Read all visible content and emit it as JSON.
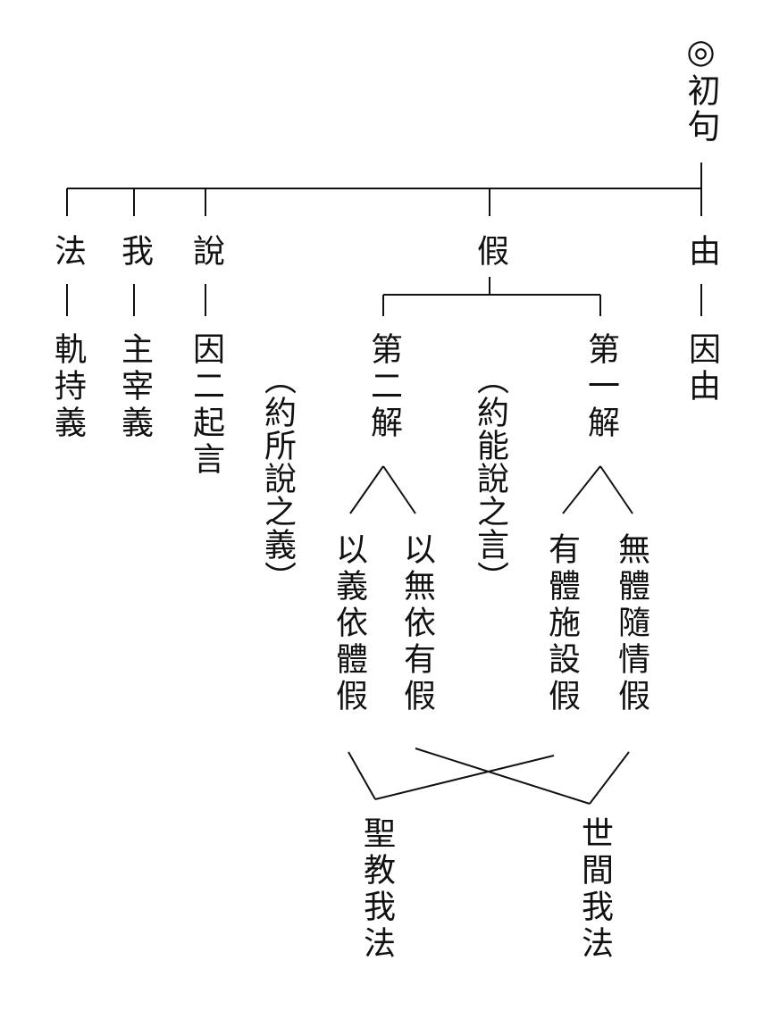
{
  "root": "◎初句",
  "top_terms": {
    "fa": "法",
    "wo": "我",
    "shuo": "說",
    "jia": "假",
    "you": "由"
  },
  "fa_meaning": "軌持義",
  "wo_meaning": "主宰義",
  "shuo_meaning": "因二起言",
  "you_meaning": "因由",
  "note_suo_shuo": "（約所說之義）",
  "note_neng_shuo": "（約能說之言）",
  "jia_interpretations": {
    "second": {
      "label": "第二解",
      "items": [
        "以義依體假",
        "以無依有假"
      ]
    },
    "first": {
      "label": "第一解",
      "items": [
        "有體施設假",
        "無體隨情假"
      ]
    }
  },
  "results": {
    "sacred": "聖教我法",
    "worldly": "世間我法"
  }
}
